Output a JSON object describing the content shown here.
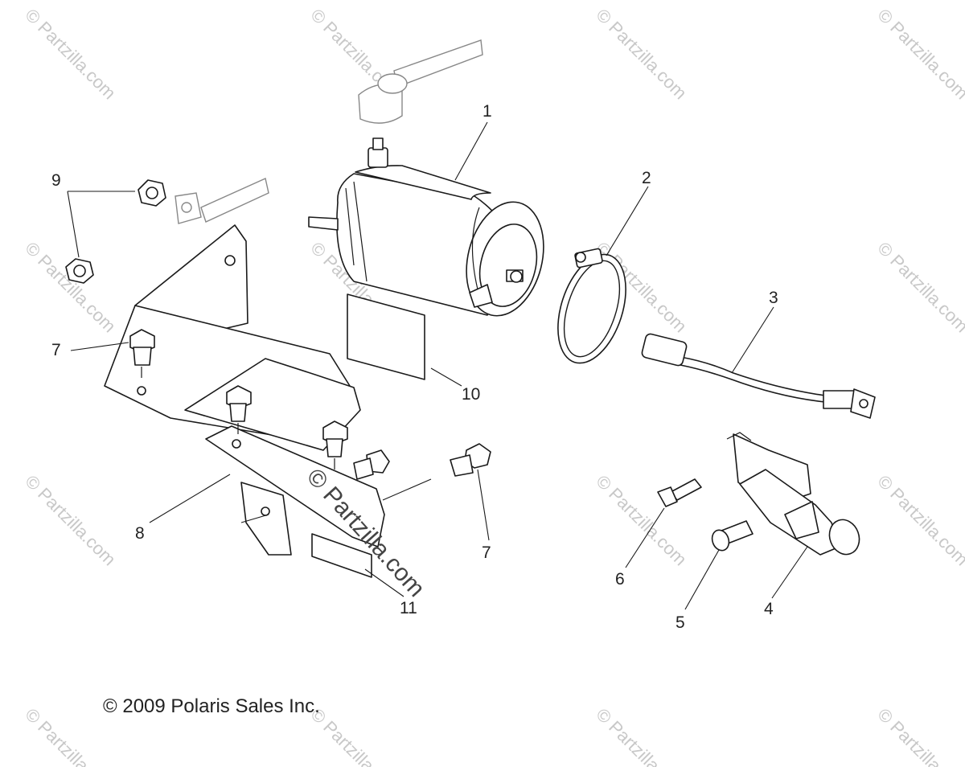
{
  "watermark": {
    "text": "© Partzilla.com",
    "overlay_text": "© Partzilla.com"
  },
  "copyright": "© 2009 Polaris Sales Inc.",
  "callouts": [
    "1",
    "2",
    "3",
    "4",
    "5",
    "6",
    "7",
    "7",
    "8",
    "9",
    "10",
    "11"
  ]
}
